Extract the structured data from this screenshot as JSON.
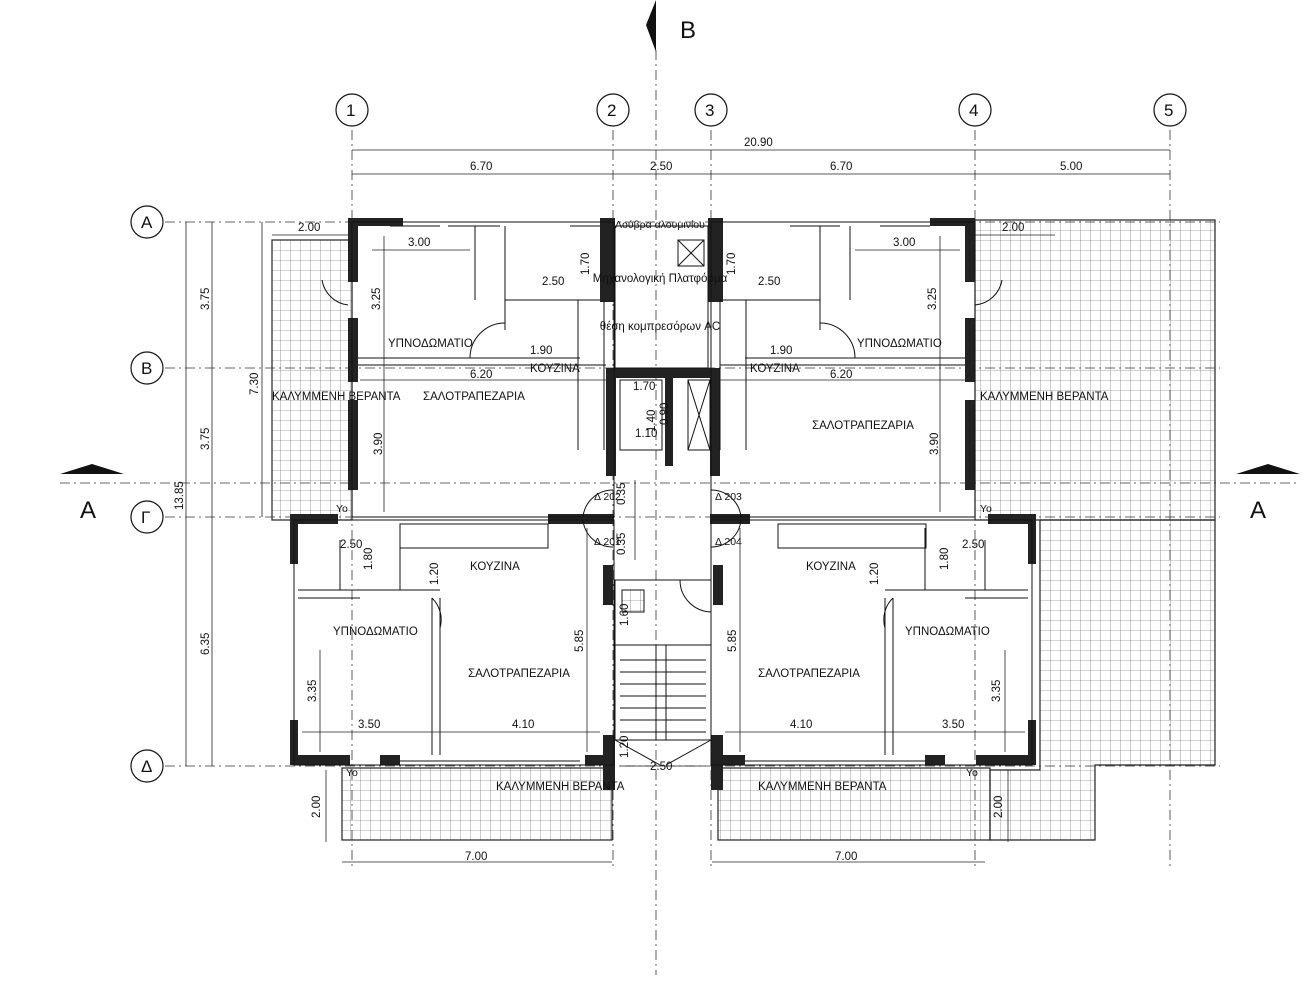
{
  "grid_columns": [
    "1",
    "2",
    "3",
    "4",
    "5"
  ],
  "grid_rows": [
    "Α",
    "Β",
    "Γ",
    "Δ"
  ],
  "section_marks": {
    "vertical": "Β",
    "horizontal_left": "Α",
    "horizontal_right": "Α"
  },
  "dimensions": {
    "overall": "20.90",
    "bays": [
      "6.70",
      "2.50",
      "6.70",
      "5.00"
    ],
    "left_vertical": [
      "3.75",
      "3.75",
      "6.35"
    ],
    "left_total_a": "7.30",
    "left_total_b": "13.85",
    "veranda_top_left": "2.00",
    "veranda_top_right": "2.00",
    "bedroom_width": "3.00",
    "wc_width": "2.50",
    "wc_depth": "1.70",
    "bedroom_depth": "3.25",
    "corridor": "1.90",
    "living_width": "6.20",
    "living_depth": "3.90",
    "core_top": "1.70",
    "core_inner": "1.40",
    "core_side": "0.90",
    "core_bottom": "1.10",
    "gap_top": "0.35",
    "gap_bottom": "0.35",
    "lower_wc": "2.50",
    "lower_wc_depth": "1.80",
    "lower_kitchen": "1.20",
    "lower_depth": "5.85",
    "lower_bed_depth": "3.35",
    "lower_bed_width": "3.50",
    "lower_living_width": "4.10",
    "stair_landing": "1.60",
    "stair_bottom": "1.20",
    "stair_width": "2.50",
    "veranda_bottom_depth": "2.00",
    "veranda_bottom_width": "7.00"
  },
  "labels": {
    "louver": "Λούβρα αλουμινίου",
    "mech_platform": "Μηχανολογική Πλατφόρμα",
    "ac_position": "θέση κομπρεσόρων AC",
    "bedroom": "ΥΠΝΟΔΩΜΑΤΙΟ",
    "kitchen": "ΚΟΥΖΙΝΑ",
    "living": "ΣΑΛΟΤΡΑΠΕΖΑΡΙΑ",
    "veranda": "ΚΑΛΥΜΜΕΝΗ ΒΕΡΑΝΤΑ",
    "drain": "Υο"
  },
  "units": [
    "Δ 202",
    "Δ 203",
    "Δ 201",
    "Δ 204"
  ]
}
